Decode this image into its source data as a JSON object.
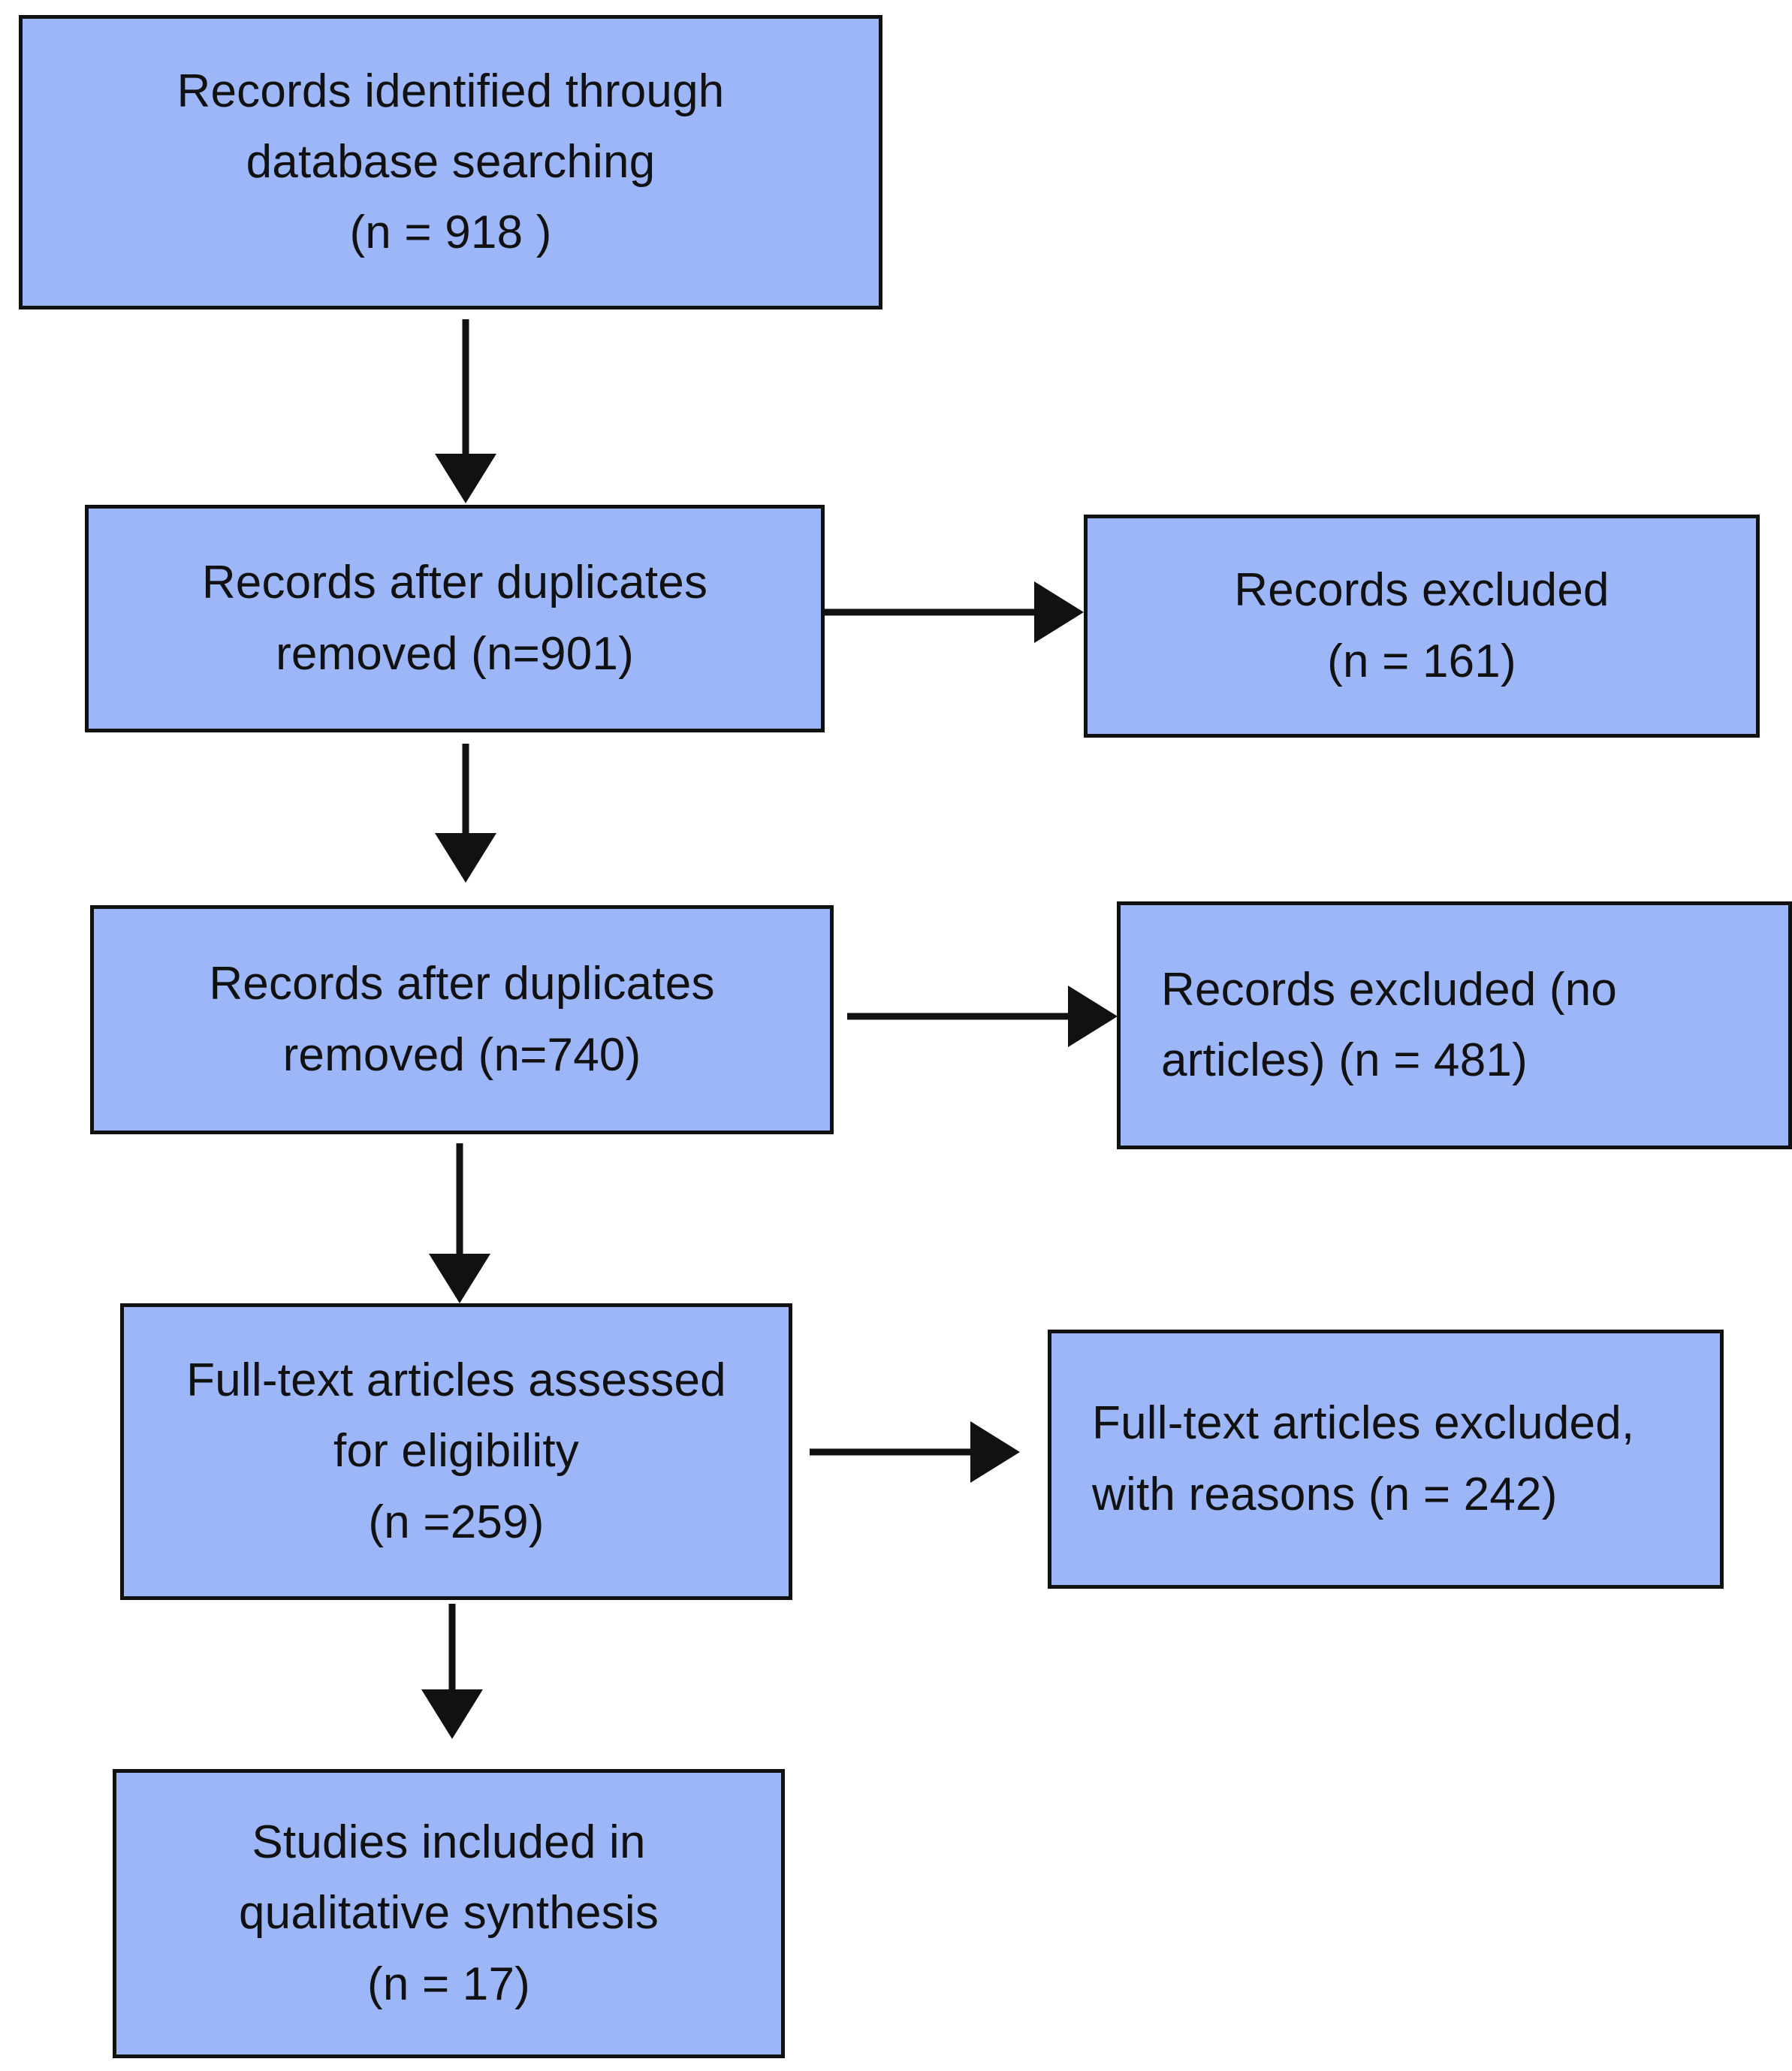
{
  "diagram": {
    "kind": "prisma-flow-diagram",
    "background_color": "#FFFFFF",
    "box_fill_color": "#9CB6F7",
    "box_border_color": "#111111",
    "text_color": "#111111",
    "arrow_color": "#111111"
  },
  "nodes": {
    "identification": {
      "text": "Records identified through\ndatabase searching\n(n = 918 )",
      "align": "center"
    },
    "after_duplicates_901": {
      "text": "Records after duplicates\nremoved (n=901)",
      "align": "center"
    },
    "records_excluded_161": {
      "text": "Records excluded\n(n = 161)",
      "align": "center"
    },
    "after_duplicates_740": {
      "text": "Records after duplicates\nremoved (n=740)",
      "align": "center"
    },
    "records_excluded_no_articles_481": {
      "text": "Records excluded (no\narticles) (n = 481)",
      "align": "left"
    },
    "fulltext_assessed_259": {
      "text": "Full-text articles assessed\nfor eligibility\n(n =259)",
      "align": "center"
    },
    "fulltext_excluded_242": {
      "text": "Full-text articles excluded,\nwith reasons (n = 242)",
      "align": "left"
    },
    "included_17": {
      "text": "Studies included in\nqualitative synthesis\n(n = 17)",
      "align": "center"
    }
  },
  "connectors": {
    "arrow_identification_to_901": "down-arrow",
    "arrow_901_to_excluded_161": "right-arrow",
    "arrow_901_to_740": "down-arrow",
    "arrow_740_to_excluded_481": "right-arrow",
    "arrow_740_to_fulltext": "down-arrow",
    "arrow_fulltext_to_excluded_242": "right-arrow",
    "arrow_fulltext_to_included": "down-arrow"
  },
  "chart_data": {
    "type": "diagram",
    "title": "PRISMA study selection flow",
    "stages": [
      {
        "stage": "Records identified through database searching",
        "n": 918
      },
      {
        "stage": "Records after duplicates removed",
        "n": 901
      },
      {
        "stage": "Records excluded",
        "n": 161
      },
      {
        "stage": "Records after duplicates removed",
        "n": 740
      },
      {
        "stage": "Records excluded (no articles)",
        "n": 481
      },
      {
        "stage": "Full-text articles assessed for eligibility",
        "n": 259
      },
      {
        "stage": "Full-text articles excluded, with reasons",
        "n": 242
      },
      {
        "stage": "Studies included in qualitative synthesis",
        "n": 17
      }
    ]
  }
}
